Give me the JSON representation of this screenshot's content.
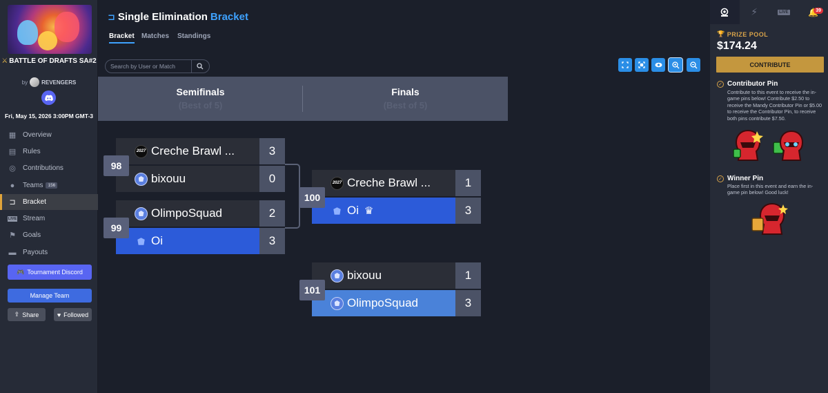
{
  "sidebar": {
    "event_title": "BATTLE OF DRAFTS SA#2",
    "by_label": "by",
    "organizer": "REVENGERS",
    "date": "Fri, May 15, 2026 3:00PM GMT-3",
    "nav": [
      {
        "label": "Overview",
        "icon": "grid-icon"
      },
      {
        "label": "Rules",
        "icon": "rules-icon"
      },
      {
        "label": "Contributions",
        "icon": "coins-icon"
      },
      {
        "label": "Teams",
        "icon": "users-icon",
        "badge": "156"
      },
      {
        "label": "Bracket",
        "icon": "bracket-icon",
        "active": true
      },
      {
        "label": "Stream",
        "icon": "live-icon",
        "badge_text": "LIVE"
      },
      {
        "label": "Goals",
        "icon": "flag-icon"
      },
      {
        "label": "Payouts",
        "icon": "payout-icon"
      }
    ],
    "tournament_discord": "Tournament Discord",
    "manage_team": "Manage Team",
    "share": "Share",
    "followed": "Followed"
  },
  "header": {
    "title_main": "Single Elimination",
    "title_accent": "Bracket",
    "tabs": [
      "Bracket",
      "Matches",
      "Standings"
    ]
  },
  "search": {
    "placeholder": "Search by User or Match"
  },
  "rounds": [
    {
      "name": "Semifinals",
      "format": "(Best of 5)"
    },
    {
      "name": "Finals",
      "format": "(Best of 5)"
    }
  ],
  "matches": [
    {
      "id": "98",
      "teams": [
        {
          "name": "Creche Brawl ...",
          "score": "3",
          "logo": "2027"
        },
        {
          "name": "bixouu",
          "score": "0"
        }
      ]
    },
    {
      "id": "99",
      "teams": [
        {
          "name": "OlimpoSquad",
          "score": "2"
        },
        {
          "name": "Oi",
          "score": "3"
        }
      ]
    },
    {
      "id": "100",
      "teams": [
        {
          "name": "Creche Brawl ...",
          "score": "1",
          "logo": "2027"
        },
        {
          "name": "Oi",
          "score": "3"
        }
      ]
    },
    {
      "id": "101",
      "teams": [
        {
          "name": "bixouu",
          "score": "1"
        },
        {
          "name": "OlimpoSquad",
          "score": "3"
        }
      ]
    }
  ],
  "right": {
    "notification_count": "39",
    "live_label": "LIVE",
    "prize_label": "PRIZE POOL",
    "prize_amount": "$174.24",
    "contribute": "CONTRIBUTE",
    "contributor_pin_title": "Contributor Pin",
    "contributor_pin_desc": "Contribute to this event to receive the in-game pins below! Contribute $2.50 to receive the Mandy Contributor Pin or $5.00 to receive the Contributor Pin, to receive both pins contribute $7.50.",
    "winner_pin_title": "Winner Pin",
    "winner_pin_desc": "Place first in this event and earn the in-game pin below! Good luck!"
  },
  "colors": {
    "accent": "#3ea2ff",
    "winner": "#2c5bd9",
    "gold": "#c4973e"
  }
}
